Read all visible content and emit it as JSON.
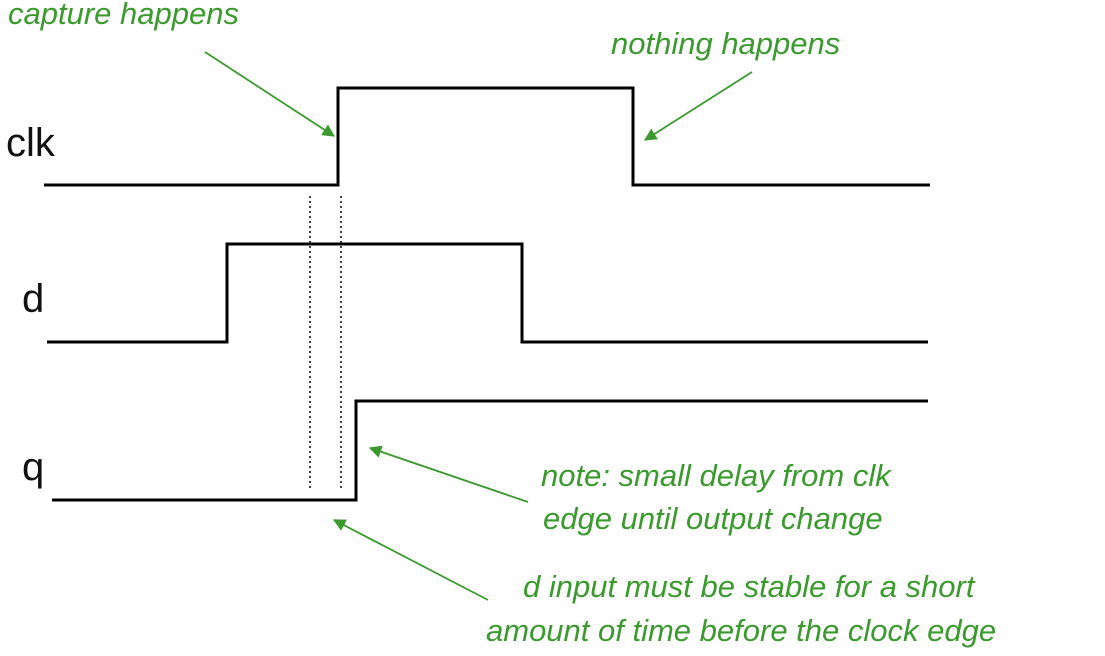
{
  "signals": {
    "clk": "clk",
    "d": "d",
    "q": "q"
  },
  "annotations": {
    "capture": "capture happens",
    "nothing": "nothing happens",
    "delay_line1": "note: small delay from clk",
    "delay_line2": "edge until output change",
    "stable_line1": "d input must be stable for a short",
    "stable_line2": "amount of time before the clock edge"
  },
  "colors": {
    "annotation": "#3a9a2e",
    "waveform": "#000000"
  }
}
